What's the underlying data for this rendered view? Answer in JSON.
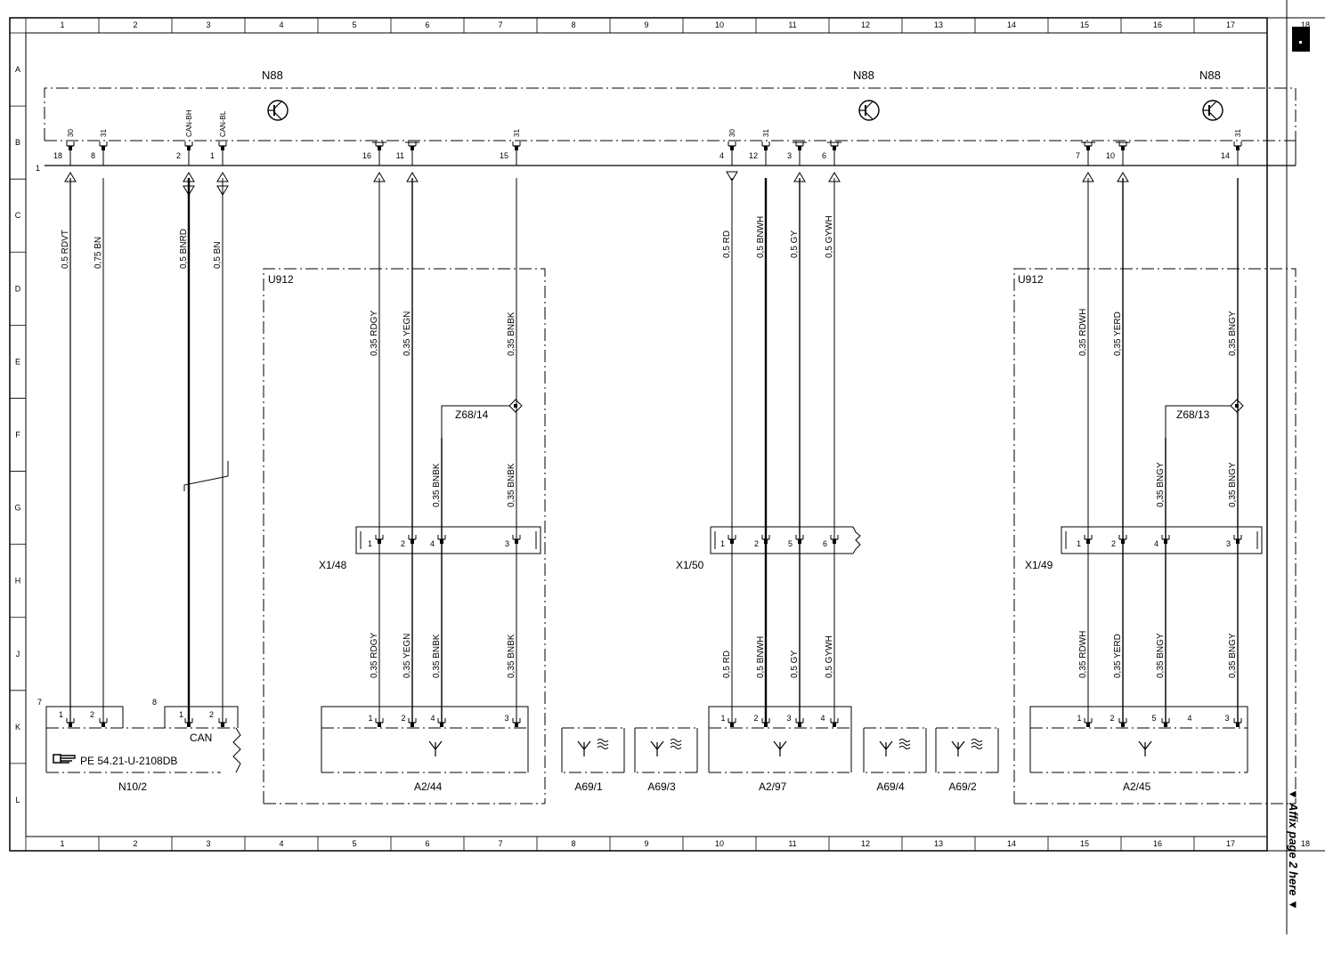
{
  "columns": [
    "1",
    "2",
    "3",
    "4",
    "5",
    "6",
    "7",
    "8",
    "9",
    "10",
    "11",
    "12",
    "13",
    "14",
    "15",
    "16",
    "17",
    "18"
  ],
  "rows": [
    "A",
    "B",
    "C",
    "D",
    "E",
    "F",
    "G",
    "H",
    "J",
    "K",
    "L"
  ],
  "n88_labels": [
    "N88",
    "N88",
    "N88"
  ],
  "n88_pin_names": [
    "30",
    "31",
    "CAN-BH",
    "CAN-BL",
    "31",
    "30",
    "31",
    "31"
  ],
  "n88_pins": [
    "18",
    "8",
    "2",
    "1",
    "16",
    "11",
    "15",
    "4",
    "12",
    "3",
    "6",
    "7",
    "10",
    "14"
  ],
  "bus_ref": "1",
  "wires_top": [
    "0,5 RDVT",
    "0,75 BN",
    "0,5 BNRD",
    "0,5 BN",
    "0,35 RDGY",
    "0,35 YEGN",
    "0,35 BNBK",
    "0,5 RD",
    "0,5 BNWH",
    "0,5 GY",
    "0,5 GYWH",
    "0,35 RDWH",
    "0,35 YERD",
    "0,35 BNGY"
  ],
  "u912_labels": [
    "U912",
    "U912"
  ],
  "splices": [
    "Z68/14",
    "Z68/13"
  ],
  "splice_wires": [
    "0,35 BNBK",
    "0,35 BNBK",
    "0,35 BNGY",
    "0,35 BNGY"
  ],
  "x1_48": {
    "label": "X1/48",
    "pins": [
      "1",
      "2",
      "4",
      "3"
    ]
  },
  "x1_50": {
    "label": "X1/50",
    "pins": [
      "1",
      "2",
      "5",
      "6"
    ]
  },
  "x1_49": {
    "label": "X1/49",
    "pins": [
      "1",
      "2",
      "4",
      "3"
    ]
  },
  "wires_bottom": [
    "0,35 RDGY",
    "0,35 YEGN",
    "0,35 BNBK",
    "0,35 BNBK",
    "0,5 RD",
    "0,5 BNWH",
    "0,5 GY",
    "0,5 GYWH",
    "0,35 RDWH",
    "0,35 YERD",
    "0,35 BNGY",
    "0,35 BNGY"
  ],
  "n10_2": {
    "label": "N10/2",
    "ref7": "7",
    "ref8": "8",
    "pins_left": [
      "1",
      "2"
    ],
    "pins_right": [
      "1",
      "2"
    ],
    "can": "CAN",
    "ref_text": "PE 54.21-U-2108DB"
  },
  "a2_44": {
    "label": "A2/44",
    "pins": [
      "1",
      "2",
      "4",
      "3"
    ]
  },
  "a2_97": {
    "label": "A2/97",
    "pins": [
      "1",
      "2",
      "3",
      "4"
    ]
  },
  "a2_45": {
    "label": "A2/45",
    "pins": [
      "1",
      "2",
      "5",
      "4",
      "3"
    ]
  },
  "antennas": [
    "A69/1",
    "A69/3",
    "A69/4",
    "A69/2"
  ],
  "affix": "▼ Affix page 2 here ▼"
}
